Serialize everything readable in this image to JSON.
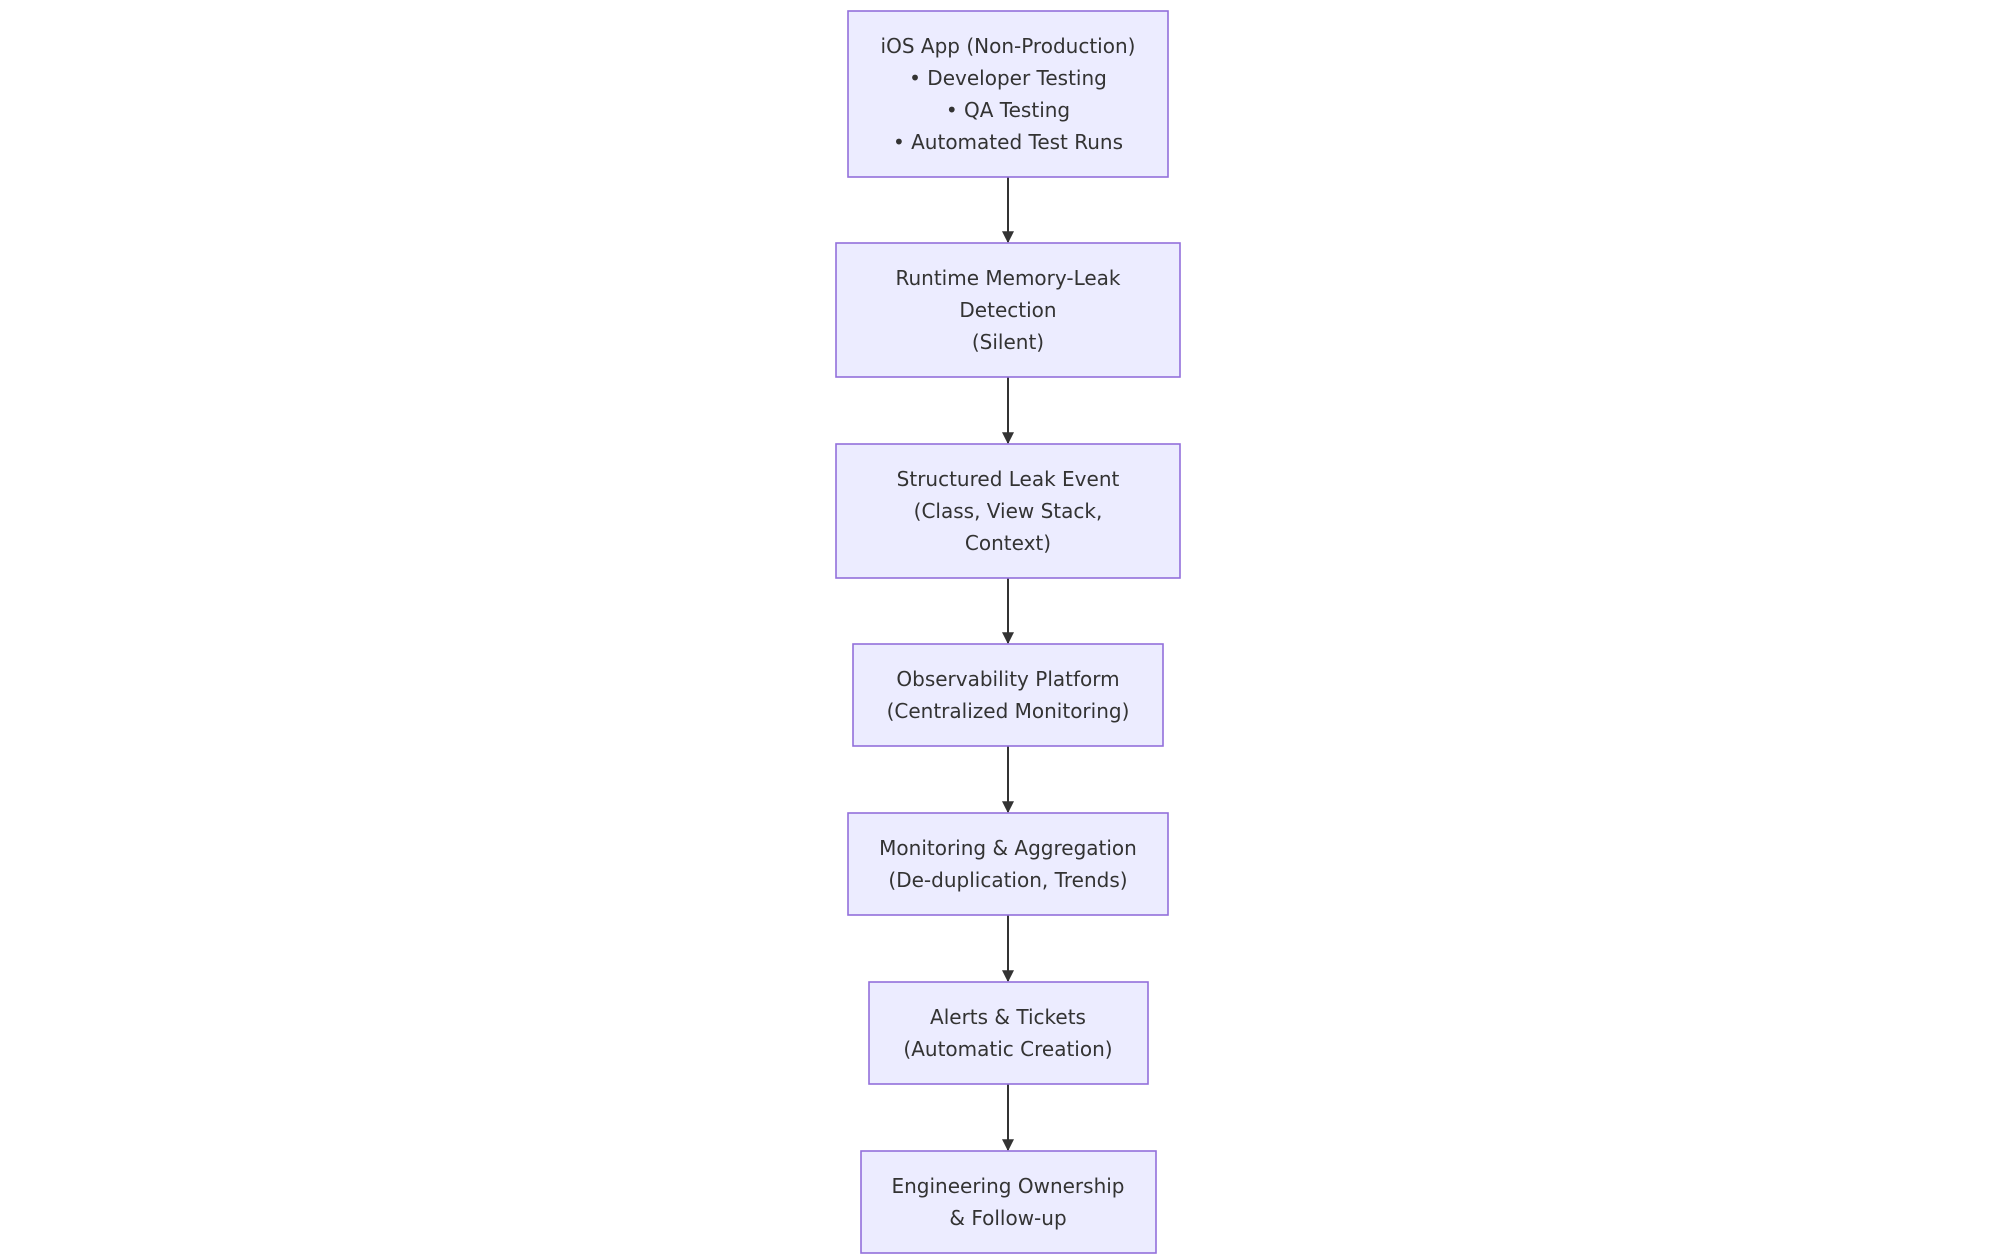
{
  "diagram": {
    "nodes": [
      {
        "id": "ios-app",
        "lines": [
          "iOS App (Non-Production)",
          "• Developer Testing",
          "• QA Testing",
          "• Automated Test Runs"
        ]
      },
      {
        "id": "runtime-detection",
        "lines": [
          "Runtime Memory-Leak",
          "Detection",
          "(Silent)"
        ]
      },
      {
        "id": "leak-event",
        "lines": [
          "Structured Leak Event",
          "(Class, View Stack,",
          "Context)"
        ]
      },
      {
        "id": "observability",
        "lines": [
          "Observability Platform",
          "(Centralized Monitoring)"
        ]
      },
      {
        "id": "aggregation",
        "lines": [
          "Monitoring & Aggregation",
          "(De-duplication, Trends)"
        ]
      },
      {
        "id": "alerts",
        "lines": [
          "Alerts & Tickets",
          "(Automatic Creation)"
        ]
      },
      {
        "id": "ownership",
        "lines": [
          "Engineering Ownership",
          "& Follow-up"
        ]
      }
    ],
    "edges": [
      {
        "from": "ios-app",
        "to": "runtime-detection"
      },
      {
        "from": "runtime-detection",
        "to": "leak-event"
      },
      {
        "from": "leak-event",
        "to": "observability"
      },
      {
        "from": "observability",
        "to": "aggregation"
      },
      {
        "from": "aggregation",
        "to": "alerts"
      },
      {
        "from": "alerts",
        "to": "ownership"
      }
    ],
    "colors": {
      "node_fill": "#ececff",
      "node_stroke": "#9370db",
      "edge": "#333333",
      "text": "#333333"
    }
  }
}
